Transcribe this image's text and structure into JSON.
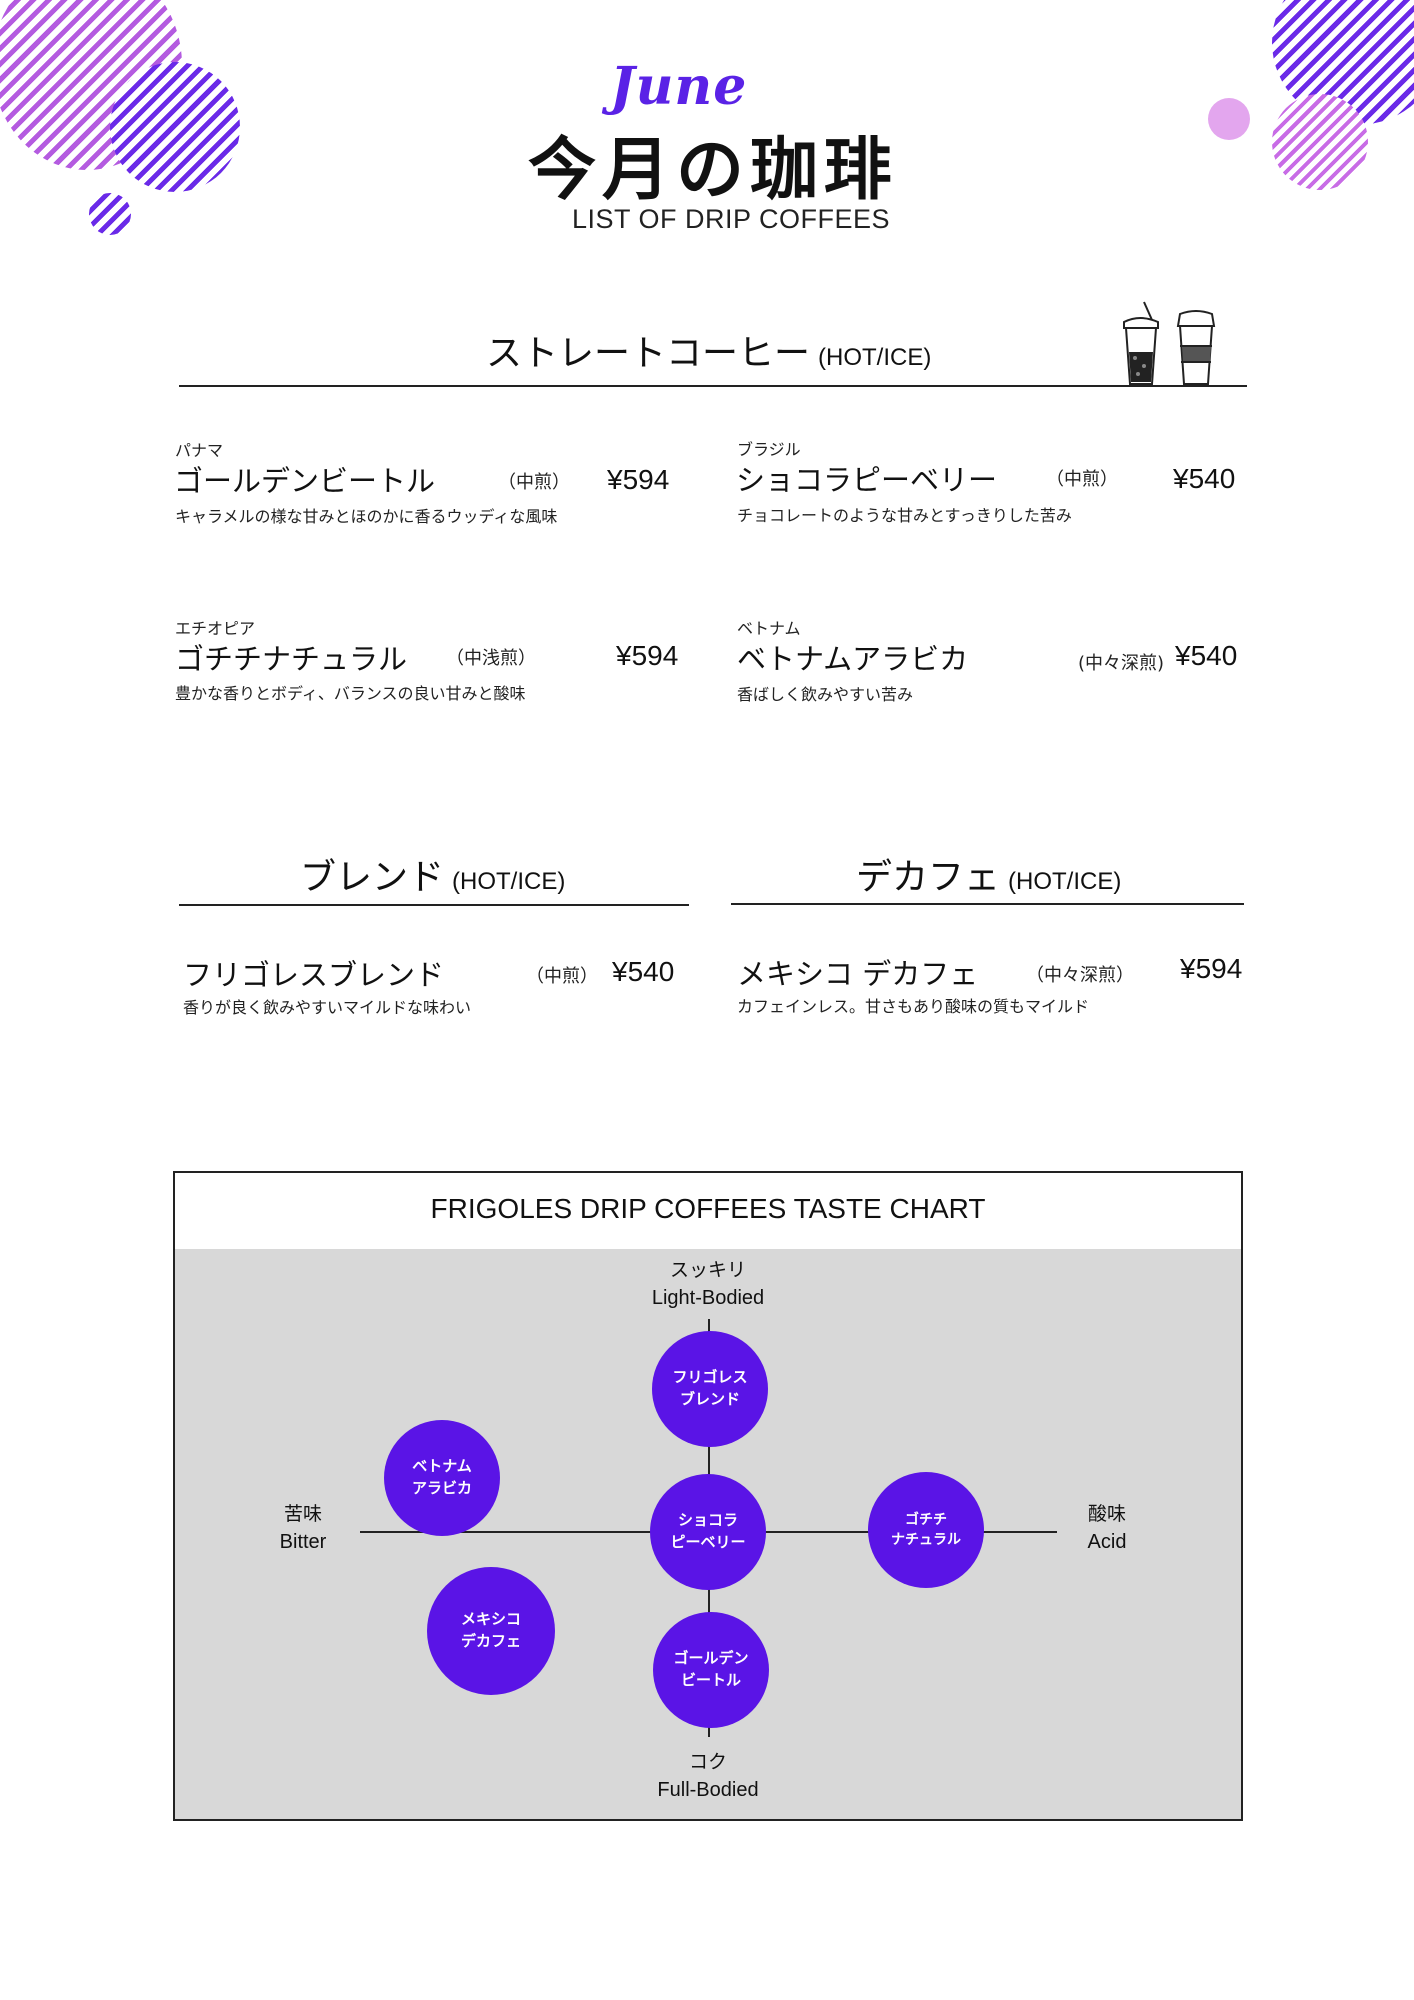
{
  "header": {
    "month": "June",
    "title": "今月の珈琲",
    "subtitle": "LIST OF DRIP COFFEES"
  },
  "colors": {
    "accent": "#5a14e6",
    "pink": "#e3a6ee",
    "chart_bg": "#d8d8d8"
  },
  "sections": {
    "straight": {
      "title": "ストレートコーヒー",
      "tag": "(HOT/ICE)",
      "icon": "coffee-cups-icon"
    },
    "blend": {
      "title": "ブレンド",
      "tag": "(HOT/ICE)"
    },
    "decaf": {
      "title": "デカフェ",
      "tag": "(HOT/ICE)"
    }
  },
  "menu": {
    "panama": {
      "origin": "パナマ",
      "name": "ゴールデンビートル",
      "roast": "（中煎）",
      "price": "¥594",
      "desc": "キャラメルの様な甘みとほのかに香るウッディな風味"
    },
    "brazil": {
      "origin": "ブラジル",
      "name": "ショコラピーベリー",
      "roast": "（中煎）",
      "price": "¥540",
      "desc": "チョコレートのような甘みとすっきりした苦み"
    },
    "ethiopia": {
      "origin": "エチオピア",
      "name": "ゴチチナチュラル",
      "roast": "（中浅煎）",
      "price": "¥594",
      "desc": "豊かな香りとボディ、バランスの良い甘みと酸味"
    },
    "vietnam": {
      "origin": "ベトナム",
      "name": "ベトナムアラビカ",
      "roast": "(中々深煎)",
      "price": "¥540",
      "desc": "香ばしく飲みやすい苦み"
    },
    "blend": {
      "name": "フリゴレスブレンド",
      "roast": "（中煎）",
      "price": "¥540",
      "desc": "香りが良く飲みやすいマイルドな味わい"
    },
    "decaf": {
      "name": "メキシコ デカフェ",
      "roast": "（中々深煎）",
      "price": "¥594",
      "desc": "カフェインレス。甘さもあり酸味の質もマイルド"
    }
  },
  "taste_chart": {
    "title": "FRIGOLES DRIP COFFEES TASTE CHART",
    "top": {
      "jp": "スッキリ",
      "en": "Light-Bodied"
    },
    "bottom": {
      "jp": "コク",
      "en": "Full-Bodied"
    },
    "left": {
      "jp": "苦味",
      "en": "Bitter"
    },
    "right": {
      "jp": "酸味",
      "en": "Acid"
    },
    "bubbles": {
      "blend": [
        "フリゴレス",
        "ブレンド"
      ],
      "chocola": [
        "ショコラ",
        "ピーベリー"
      ],
      "golden": [
        "ゴールデン",
        "ビートル"
      ],
      "gochichi": [
        "ゴチチ",
        "ナチュラル"
      ],
      "vietnam": [
        "ベトナム",
        "アラビカ"
      ],
      "mexico": [
        "メキシコ",
        "デカフェ"
      ]
    }
  }
}
